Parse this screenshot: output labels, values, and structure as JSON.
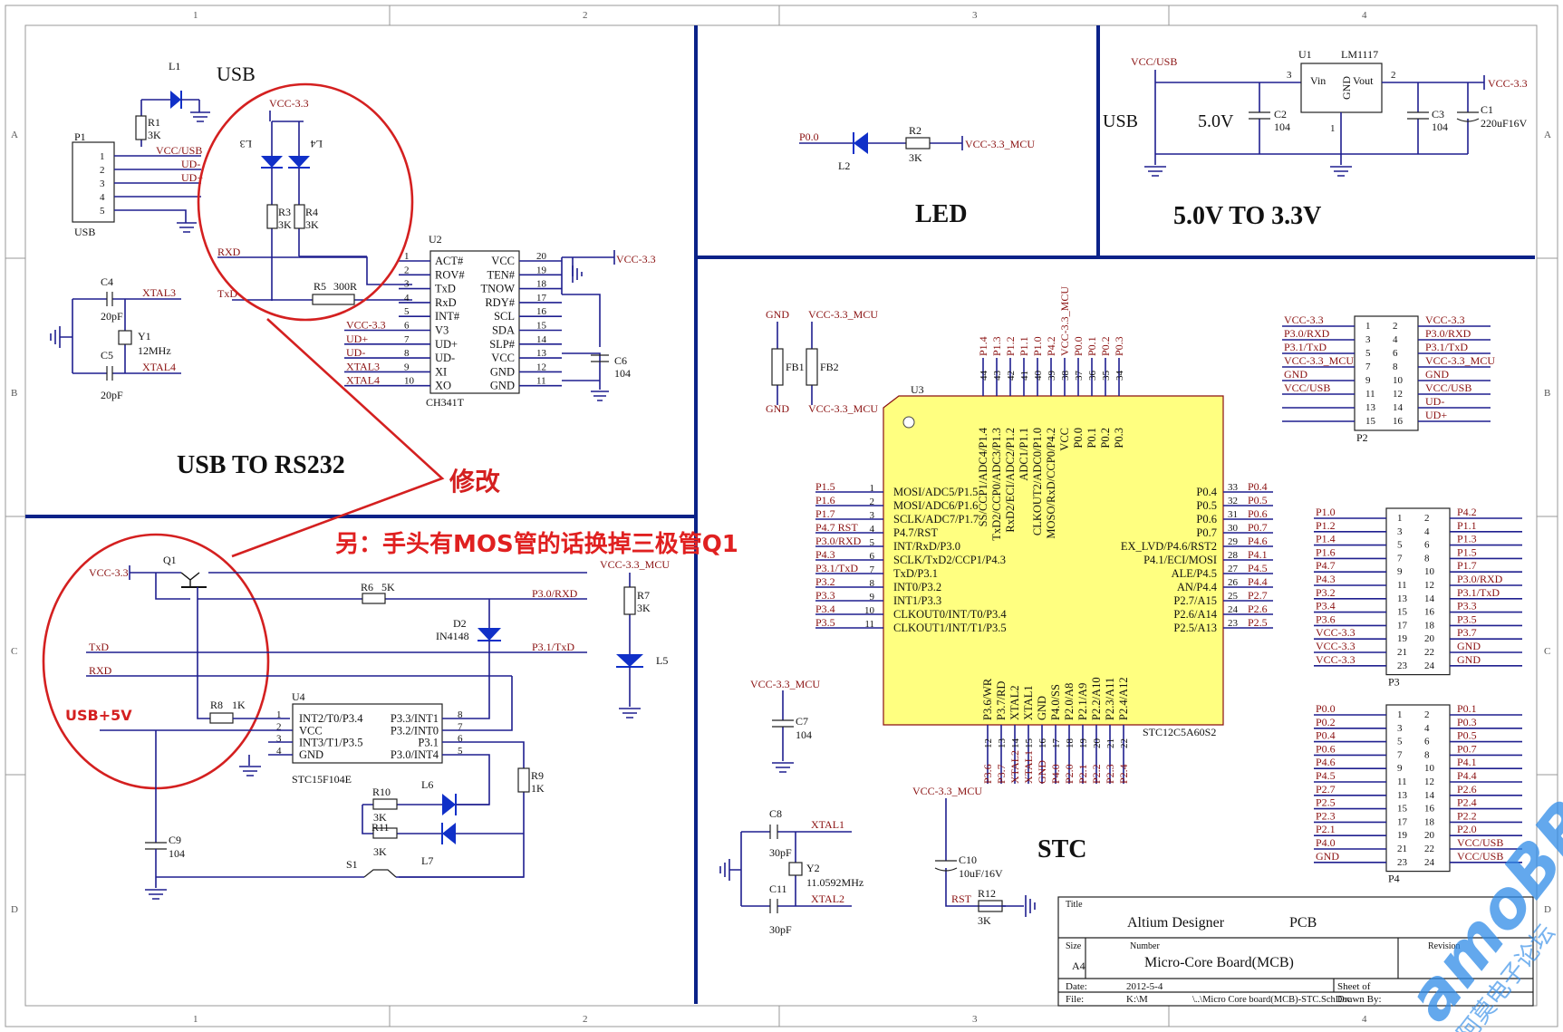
{
  "frame": {
    "cols": [
      "1",
      "2",
      "3",
      "4"
    ],
    "rows": [
      "A",
      "B",
      "C",
      "D"
    ]
  },
  "sections": {
    "usb_to_rs232": "USB TO  RS232",
    "led": "LED",
    "regulator": "5.0V TO 3.3V",
    "stc": "STC"
  },
  "annotations": {
    "modify": "修改",
    "note": "另：手头有MOS管的话换掉三极管Q1",
    "usb5v": "USB+5V"
  },
  "usb_block": {
    "usb_label": "USB",
    "led": {
      "ref": "L1"
    },
    "r1": {
      "ref": "R1",
      "value": "3K"
    },
    "connector": {
      "ref": "P1",
      "pins": [
        "1",
        "2",
        "3",
        "4",
        "5"
      ],
      "name": "USB"
    },
    "nets": [
      "VCC/USB",
      "UD-",
      "UD+"
    ]
  },
  "ch341": {
    "ref": "U2",
    "part": "CH341T",
    "top_net": "VCC-3.3",
    "led_refs": [
      "L3",
      "L4"
    ],
    "res": [
      {
        "ref": "R3",
        "value": "3K"
      },
      {
        "ref": "R4",
        "value": "3K"
      },
      {
        "ref": "R5",
        "value": "300R"
      }
    ],
    "left_nets": [
      "RXD",
      "TxD"
    ],
    "left_pin_nums": [
      "1",
      "2",
      "3",
      "4",
      "5",
      "6",
      "7",
      "8",
      "9",
      "10"
    ],
    "left_pins": [
      "ACT#",
      "ROV#",
      "TxD",
      "RxD",
      "INT#",
      "V3",
      "UD+",
      "UD-",
      "XI",
      "XO"
    ],
    "right_pin_nums": [
      "20",
      "19",
      "18",
      "17",
      "16",
      "15",
      "14",
      "13",
      "12",
      "11"
    ],
    "right_pins": [
      "VCC",
      "TEN#",
      "TNOW",
      "RDY#",
      "SCL",
      "SDA",
      "SLP#",
      "VCC",
      "GND",
      "GND"
    ],
    "left_in_nets": [
      "VCC-3.3",
      "UD+",
      "UD-",
      "XTAL3",
      "XTAL4"
    ],
    "vcc_net": "VCC-3.3",
    "c6": {
      "ref": "C6",
      "value": "104"
    }
  },
  "crystal_usb": {
    "c4": {
      "ref": "C4",
      "value": "20pF"
    },
    "c5": {
      "ref": "C5",
      "value": "20pF"
    },
    "y1": {
      "ref": "Y1",
      "value": "12MHz"
    },
    "nets": [
      "XTAL3",
      "XTAL4"
    ]
  },
  "led_block": {
    "net_left": "P0.0",
    "led": "L2",
    "r2": {
      "ref": "R2",
      "value": "3K"
    },
    "net_right": "VCC-3.3_MCU"
  },
  "reg_block": {
    "vcc_usb": "VCC/USB",
    "usb": "USB",
    "v5": "5.0V",
    "u1": {
      "ref": "U1",
      "part": "LM1117",
      "vin": "Vin",
      "vout": "Vout",
      "gnd": "GND",
      "pin_in": "3",
      "pin_out": "2",
      "pin_gnd": "1"
    },
    "c2": {
      "ref": "C2",
      "value": "104"
    },
    "c3": {
      "ref": "C3",
      "value": "104"
    },
    "c1": {
      "ref": "C1",
      "value": "220uF16V"
    },
    "vcc33": "VCC-3.3"
  },
  "mcu_block": {
    "fb1": {
      "ref": "FB1",
      "top": "GND",
      "bottom": "GND"
    },
    "fb2": {
      "ref": "FB2",
      "top": "VCC-3.3_MCU",
      "bottom": "VCC-3.3_MCU"
    },
    "u3": {
      "ref": "U3",
      "part": "STC12C5A60S2"
    },
    "top_pin_nums": [
      "44",
      "43",
      "42",
      "41",
      "40",
      "39",
      "38",
      "37",
      "36",
      "35",
      "34"
    ],
    "top_nets": [
      "P1.4",
      "P1.3",
      "P1.2",
      "P1.1",
      "P1.0",
      "P4.2",
      "VCC-3.3_MCU",
      "P0.0",
      "P0.1",
      "P0.2",
      "P0.3"
    ],
    "top_pins": [
      "SS/CCP1/ADC4/P1.4",
      "TxD2/CCP0/ADC3/P1.3",
      "RxD2/ECI/ADC2/P1.2",
      "ADC1/P1.1",
      "CLKOUT2/ADC0/P1.0",
      "MOSO/RxD/CCP0/P4.2",
      "VCC",
      "P0.0",
      "P0.1",
      "P0.2",
      "P0.3"
    ],
    "left_nums": [
      "1",
      "2",
      "3",
      "4",
      "5",
      "6",
      "7",
      "8",
      "9",
      "10",
      "11"
    ],
    "left_nets": [
      "P1.5",
      "P1.6",
      "P1.7",
      "P4.7_RST",
      "P3.0/RXD",
      "P4.3",
      "P3.1/TxD",
      "P3.2",
      "P3.3",
      "P3.4",
      "P3.5"
    ],
    "left_pins": [
      "MOSI/ADC5/P1.5",
      "MOSI/ADC6/P1.6",
      "SCLK/ADC7/P1.7",
      "P4.7/RST",
      "INT/RxD/P3.0",
      "SCLK/TxD2/CCP1/P4.3",
      "TxD/P3.1",
      "INT0/P3.2",
      "INT1/P3.3",
      "CLKOUT0/INT/T0/P3.4",
      "CLKOUT1/INT/T1/P3.5"
    ],
    "right_nums": [
      "33",
      "32",
      "31",
      "30",
      "29",
      "28",
      "27",
      "26",
      "25",
      "24",
      "23"
    ],
    "right_nets": [
      "P0.4",
      "P0.5",
      "P0.6",
      "P0.7",
      "P4.6",
      "P4.1",
      "P4.5",
      "P4.4",
      "P2.7",
      "P2.6",
      "P2.5"
    ],
    "right_pins": [
      "P0.4",
      "P0.5",
      "P0.6",
      "P0.7",
      "EX_LVD/P4.6/RST2",
      "P4.1/ECI/MOSI",
      "ALE/P4.5",
      "AN/P4.4",
      "P2.7/A15",
      "P2.6/A14",
      "P2.5/A13"
    ],
    "bot_nums": [
      "12",
      "13",
      "14",
      "15",
      "16",
      "17",
      "18",
      "19",
      "20",
      "21",
      "22"
    ],
    "bot_nets": [
      "P3.6",
      "P3.7",
      "XTAL2",
      "XTAL1",
      "GND",
      "P4.0",
      "P2.0",
      "P2.1",
      "P2.2",
      "P2.3",
      "P2.4"
    ],
    "bot_pins": [
      "P3.6/WR",
      "P3.7/RD",
      "XTAL2",
      "XTAL1",
      "GND",
      "P4.0/SS",
      "P2.0/A8",
      "P2.1/A9",
      "P2.2/A10",
      "P2.3/A11",
      "P2.4/A12"
    ],
    "c7": {
      "ref": "C7",
      "value": "104",
      "net": "VCC-3.3_MCU"
    },
    "c8": {
      "ref": "C8",
      "value": "30pF"
    },
    "c11": {
      "ref": "C11",
      "value": "30pF"
    },
    "y2": {
      "ref": "Y2",
      "value": "11.0592MHz"
    },
    "xtal_nets": [
      "XTAL1",
      "XTAL2"
    ],
    "c10": {
      "ref": "C10",
      "value": "10uF/16V",
      "net": "VCC-3.3_MCU"
    },
    "rst": "RST",
    "r12": {
      "ref": "R12",
      "value": "3K"
    }
  },
  "headers": {
    "p2": {
      "ref": "P2",
      "left": [
        "VCC-3.3",
        "P3.0/RXD",
        "P3.1/TxD",
        "VCC-3.3_MCU",
        "GND",
        "VCC/USB",
        "",
        ""
      ],
      "right": [
        "VCC-3.3",
        "P3.0/RXD",
        "P3.1/TxD",
        "VCC-3.3_MCU",
        "GND",
        "VCC/USB",
        "UD-",
        "UD+"
      ],
      "lnum": [
        "1",
        "3",
        "5",
        "7",
        "9",
        "11",
        "13",
        "15"
      ],
      "rnum": [
        "2",
        "4",
        "6",
        "8",
        "10",
        "12",
        "14",
        "16"
      ]
    },
    "p3": {
      "ref": "P3",
      "left": [
        "P1.0",
        "P1.2",
        "P1.4",
        "P1.6",
        "P4.7",
        "P4.3",
        "P3.2",
        "P3.4",
        "P3.6",
        "VCC-3.3",
        "VCC-3.3",
        "VCC-3.3"
      ],
      "right": [
        "P4.2",
        "P1.1",
        "P1.3",
        "P1.5",
        "P1.7",
        "P3.0/RXD",
        "P3.1/TxD",
        "P3.3",
        "P3.5",
        "P3.7",
        "GND",
        "GND"
      ],
      "lnum": [
        "1",
        "3",
        "5",
        "7",
        "9",
        "11",
        "13",
        "15",
        "17",
        "19",
        "21",
        "23"
      ],
      "rnum": [
        "2",
        "4",
        "6",
        "8",
        "10",
        "12",
        "14",
        "16",
        "18",
        "20",
        "22",
        "24"
      ]
    },
    "p4": {
      "ref": "P4",
      "left": [
        "P0.0",
        "P0.2",
        "P0.4",
        "P0.6",
        "P4.6",
        "P4.5",
        "P2.7",
        "P2.5",
        "P2.3",
        "P2.1",
        "P4.0",
        "GND"
      ],
      "right": [
        "P0.1",
        "P0.3",
        "P0.5",
        "P0.7",
        "P4.1",
        "P4.4",
        "P2.6",
        "P2.4",
        "P2.2",
        "P2.0",
        "VCC/USB",
        "VCC/USB"
      ],
      "lnum": [
        "1",
        "3",
        "5",
        "7",
        "9",
        "11",
        "13",
        "15",
        "17",
        "19",
        "21",
        "23"
      ],
      "rnum": [
        "2",
        "4",
        "6",
        "8",
        "10",
        "12",
        "14",
        "16",
        "18",
        "20",
        "22",
        "24"
      ]
    }
  },
  "power_block": {
    "vcc33": "VCC-3.3",
    "q1": "Q1",
    "r6": {
      "ref": "R6",
      "value": "5K"
    },
    "net_rxd": "P3.0/RXD",
    "net_txd": "P3.1/TxD",
    "d2": {
      "ref": "D2",
      "value": "IN4148"
    },
    "vcc_mcu": "VCC-3.3_MCU",
    "r7": {
      "ref": "R7",
      "value": "3K"
    },
    "l5": "L5",
    "txd": "TxD",
    "rxd": "RXD",
    "r8": {
      "ref": "R8",
      "value": "1K"
    },
    "u4": {
      "ref": "U4",
      "part": "STC15F104E",
      "left": [
        "INT2/T0/P3.4",
        "VCC",
        "INT3/T1/P3.5",
        "GND"
      ],
      "right": [
        "P3.3/INT1",
        "P3.2/INT0",
        "P3.1",
        "P3.0/INT4"
      ],
      "lnum": [
        "1",
        "2",
        "3",
        "4"
      ],
      "rnum": [
        "8",
        "7",
        "6",
        "5"
      ]
    },
    "r9": {
      "ref": "R9",
      "value": "1K"
    },
    "r10": {
      "ref": "R10",
      "value": "3K"
    },
    "r11": {
      "ref": "R11",
      "value": "3K"
    },
    "l6": "L6",
    "l7": "L7",
    "s1": "S1",
    "c9": {
      "ref": "C9",
      "value": "104"
    }
  },
  "title_block": {
    "title_lbl": "Title",
    "title": "Altium Designer",
    "pcb": "PCB",
    "size_lbl": "Size",
    "size": "A4",
    "number_lbl": "Number",
    "number": "Micro-Core Board(MCB)",
    "revision_lbl": "Revision",
    "date_lbl": "Date:",
    "date": "2012-5-4",
    "sheet_lbl": "Sheet   of",
    "file_lbl": "File:",
    "file": "K:\\M",
    "file2": "\\..\\Micro Core board(MCB)-STC.SchDoc",
    "drawn": "Drawn By:"
  },
  "watermark": {
    "cn": "阿莫电子论坛",
    "en": "amoBBS"
  }
}
